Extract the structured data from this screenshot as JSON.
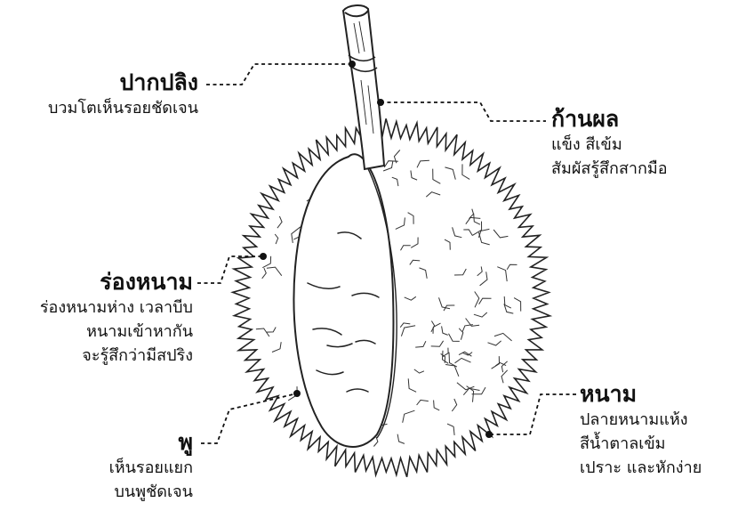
{
  "callouts": {
    "stem_tip": {
      "title": "ปากปลิง",
      "lines": [
        "บวมโตเห็นรอยชัดเจน"
      ]
    },
    "stem": {
      "title": "ก้านผล",
      "lines": [
        "แข็ง สีเข้ม",
        "สัมผัสรู้สึกสากมือ"
      ]
    },
    "groove": {
      "title": "ร่องหนาม",
      "lines": [
        "ร่องหนามห่าง เวลาบีบ",
        "หนามเข้าหากัน",
        "จะรู้สึกว่ามีสปริง"
      ]
    },
    "lobe": {
      "title": "พู",
      "lines": [
        "เห็นรอยแยก",
        "บนพูชัดเจน"
      ]
    },
    "thorn": {
      "title": "หนาม",
      "lines": [
        "ปลายหนามแห้ง",
        "สีน้ำตาลเข้ม",
        "เปราะ และหักง่าย"
      ]
    }
  },
  "colors": {
    "ink": "#111111",
    "background": "#ffffff"
  }
}
